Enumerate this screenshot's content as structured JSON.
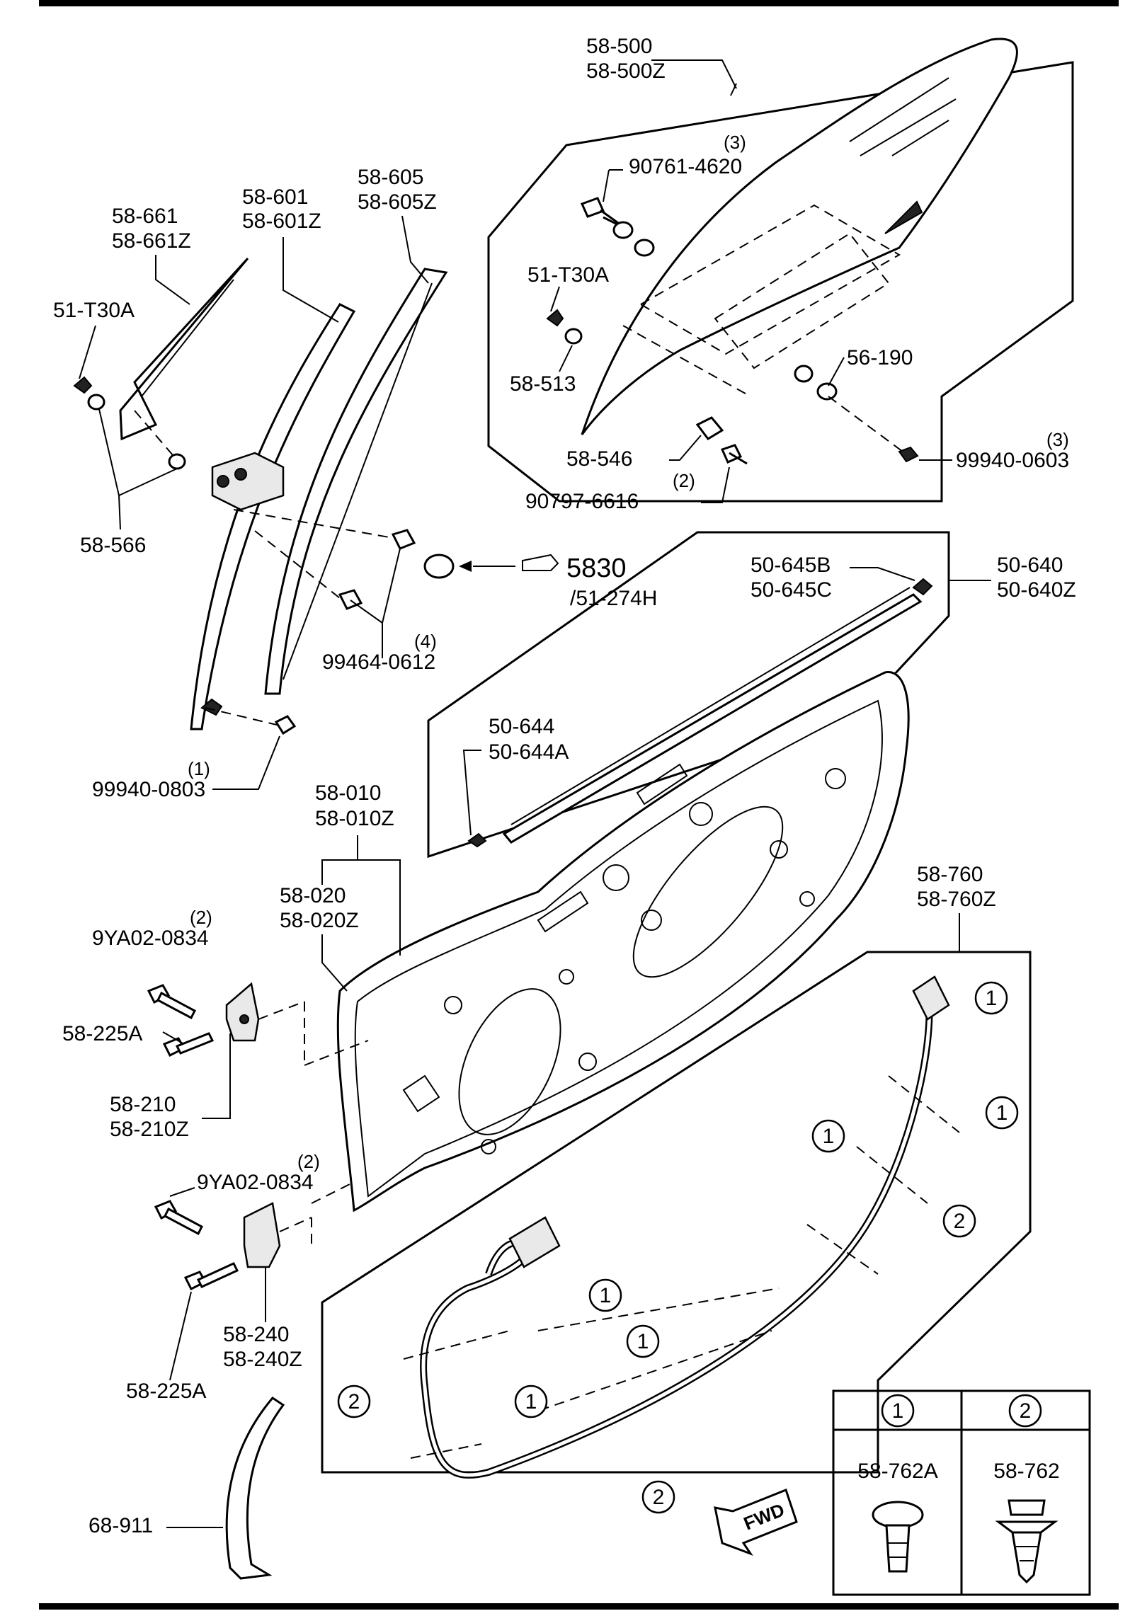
{
  "labels": {
    "glass": [
      "58-500",
      "58-500Z"
    ],
    "bolt_90761": "90761-4620",
    "bolt_90761_qty": "(3)",
    "clip_51t30a_right": "51-T30A",
    "spacer_58513": "58-513",
    "washer_56190": "56-190",
    "bushing_58546": "58-546",
    "bolt_90797": "90797-6616",
    "bolt_90797_qty": "(2)",
    "nut_99940_0603": "99940-0603",
    "nut_99940_0603_qty": "(3)",
    "quarter_glass": [
      "58-661",
      "58-661Z"
    ],
    "channel_58601": [
      "58-601",
      "58-601Z"
    ],
    "channel_58605": [
      "58-605",
      "58-605Z"
    ],
    "clip_51t30a_left": "51-T30A",
    "grommet_58566": "58-566",
    "ref_5830": "5830",
    "ref_51274h": "/51-274H",
    "bolt_99464": "99464-0612",
    "bolt_99464_qty": "(4)",
    "nut_99940_0803": "99940-0803",
    "nut_99940_0803_qty": "(1)",
    "clip_50645": [
      "50-645B",
      "50-645C"
    ],
    "molding_50640": [
      "50-640",
      "50-640Z"
    ],
    "molding_50644": [
      "50-644",
      "50-644A"
    ],
    "door_shell": [
      "58-010",
      "58-010Z"
    ],
    "door_panel": [
      "58-020",
      "58-020Z"
    ],
    "weatherstrip": [
      "58-760",
      "58-760Z"
    ],
    "bolt_9ya02_upper": "9YA02-0834",
    "bolt_9ya02_upper_qty": "(2)",
    "bolt_58225a_upper": "58-225A",
    "hinge_upper": [
      "58-210",
      "58-210Z"
    ],
    "bolt_9ya02_lower": "9YA02-0834",
    "bolt_9ya02_lower_qty": "(2)",
    "hinge_lower": [
      "58-240",
      "58-240Z"
    ],
    "bolt_58225a_lower": "58-225A",
    "seal_68911": "68-911",
    "fwd": "FWD"
  },
  "clip_markers": [
    "1",
    "1",
    "1",
    "1",
    "2",
    "1",
    "1",
    "1",
    "2",
    "2"
  ],
  "clip_legend": {
    "headers": [
      "1",
      "2"
    ],
    "parts": [
      "58-762A",
      "58-762"
    ]
  }
}
